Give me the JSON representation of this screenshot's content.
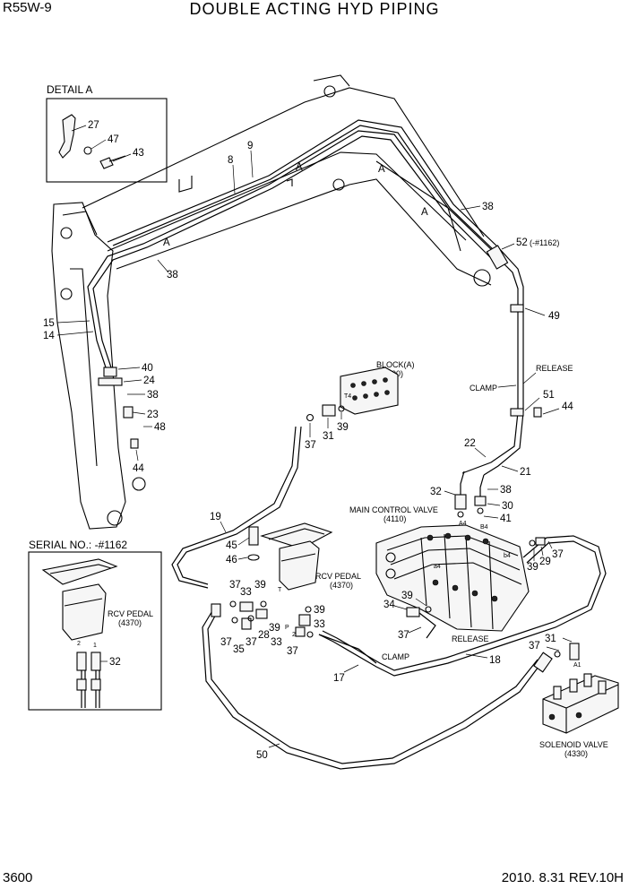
{
  "header": {
    "model": "R55W-9",
    "title": "DOUBLE ACTING HYD PIPING"
  },
  "footer": {
    "page_number": "3600",
    "date_revision": "2010. 8.31  REV.10H"
  },
  "sections": {
    "detail_a": "DETAIL A",
    "serial": "SERIAL NO.: -#1162"
  },
  "labels": {
    "block_a": "BLOCK(A)",
    "block_a_code": "(3200)",
    "main_control_valve": "MAIN CONTROL VALVE",
    "main_control_valve_code": "(4110)",
    "rcv_pedal": "RCV PEDAL",
    "rcv_pedal_code": "(4370)",
    "solenoid_valve": "SOLENOID VALVE",
    "solenoid_valve_code": "(4330)",
    "clamp": "CLAMP",
    "release": "RELEASE",
    "view_a": "A",
    "part_52": "52",
    "part_52_note": "(-#1162)"
  },
  "port_labels": {
    "T4": "T4",
    "A4": "A4",
    "B4": "B4",
    "a4": "a4",
    "b4": "b4",
    "T": "T",
    "P": "P",
    "p1": "1",
    "p2": "2",
    "A1": "A1"
  },
  "callouts": {
    "c27": "27",
    "c47": "47",
    "c43": "43",
    "c8": "8",
    "c9": "9",
    "c38a": "38",
    "c38b": "38",
    "c38c": "38",
    "c38d": "38",
    "c49": "49",
    "c51": "51",
    "c44a": "44",
    "c44b": "44",
    "c15": "15",
    "c14": "14",
    "c40": "40",
    "c24": "24",
    "c23": "23",
    "c48": "48",
    "c37a": "37",
    "c37b": "37",
    "c37c": "37",
    "c37d": "37",
    "c37e": "37",
    "c37f": "37",
    "c37g": "37",
    "c37h": "37",
    "c31a": "31",
    "c31b": "31",
    "c39a": "39",
    "c39b": "39",
    "c39c": "39",
    "c39d": "39",
    "c39e": "39",
    "c39f": "39",
    "c22": "22",
    "c21": "21",
    "c32a": "32",
    "c32b": "32",
    "c30": "30",
    "c41": "41",
    "c19": "19",
    "c45": "45",
    "c46": "46",
    "c33a": "33",
    "c33b": "33",
    "c33c": "33",
    "c28": "28",
    "c35": "35",
    "c34": "34",
    "c29": "29",
    "c17": "17",
    "c18": "18",
    "c50": "50"
  }
}
